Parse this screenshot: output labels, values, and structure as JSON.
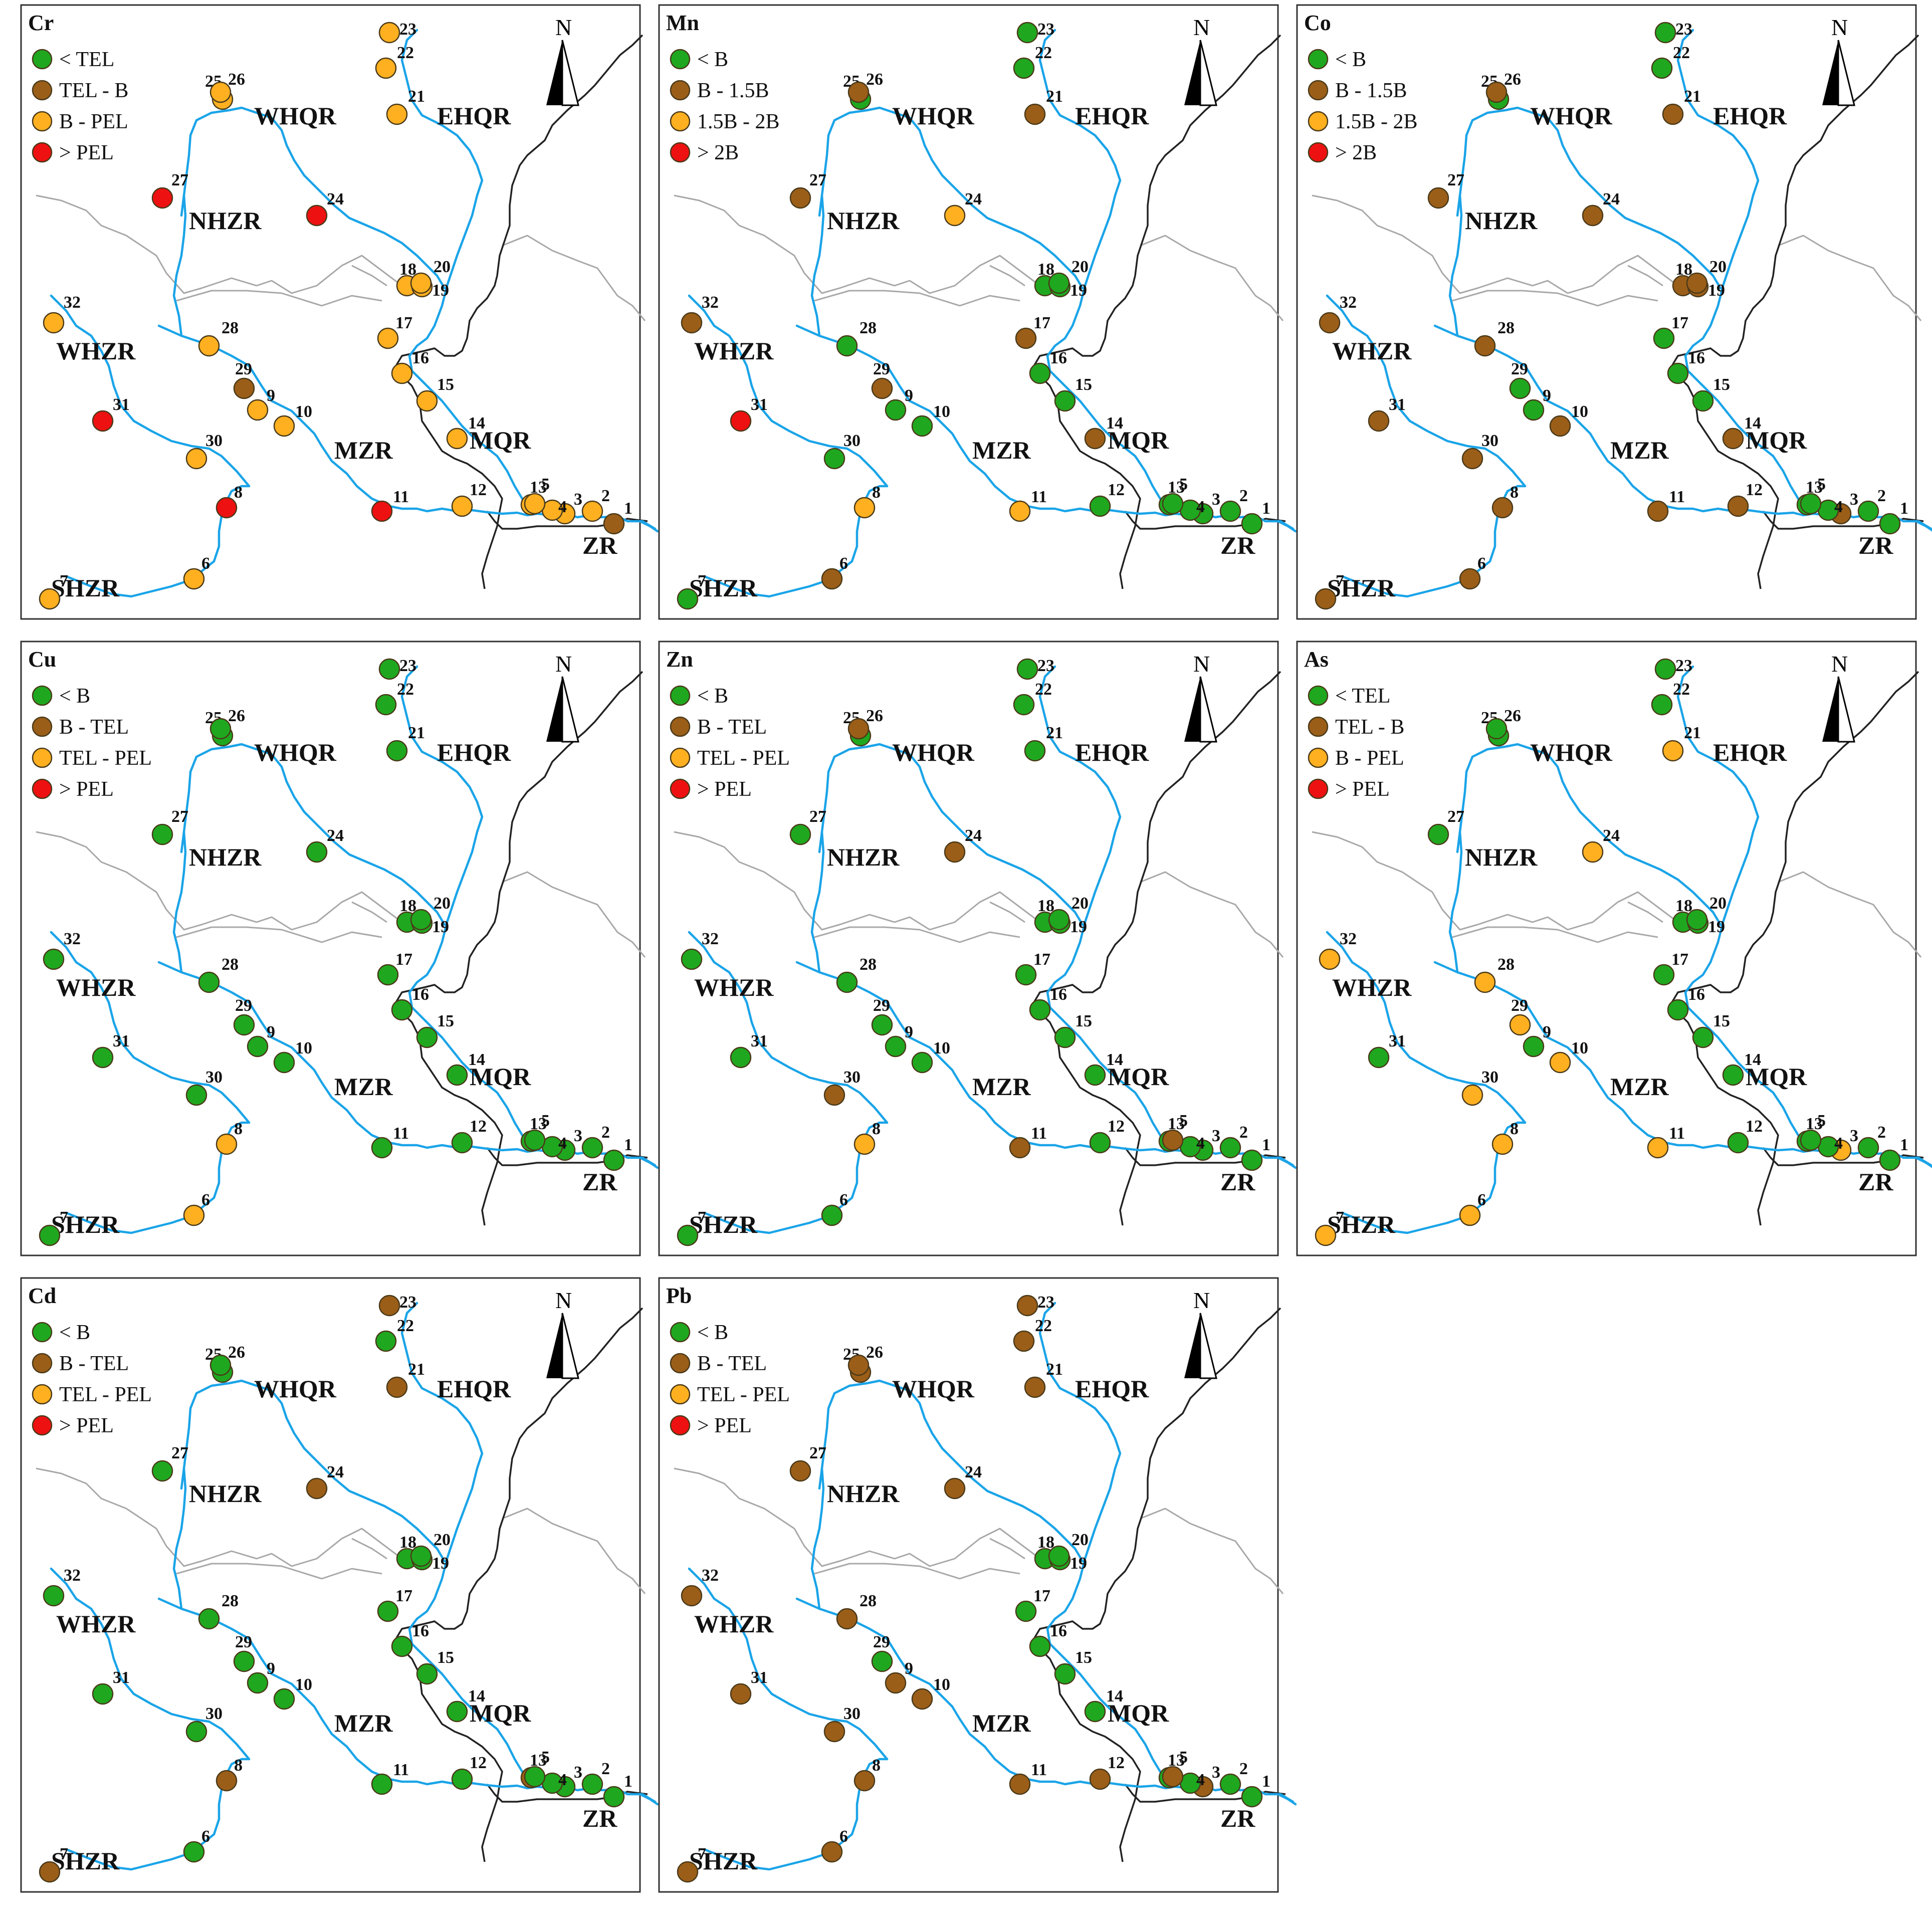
{
  "colors": {
    "green": "#1fa81f",
    "brown": "#9b5e18",
    "orange": "#ffb020",
    "red": "#ee1111",
    "river": "#1aa4e8",
    "border_black": "#222222",
    "border_gray": "#a8a8a8",
    "marker_stroke": "#4a3a1a"
  },
  "north_label": "N",
  "river_labels": [
    "WHQR",
    "EHQR",
    "NHZR",
    "WHZR",
    "MZR",
    "MQR",
    "SHZR",
    "ZR"
  ],
  "site_labels": [
    "1",
    "2",
    "3",
    "4",
    "5",
    "6",
    "7",
    "8",
    "9",
    "10",
    "11",
    "12",
    "13",
    "14",
    "15",
    "16",
    "17",
    "18",
    "19",
    "20",
    "21",
    "22",
    "23",
    "24",
    "25",
    "26",
    "27",
    "28",
    "29",
    "30",
    "31",
    "32"
  ],
  "panels": [
    {
      "element": "Cr",
      "legend": [
        "< TEL",
        "TEL - B",
        "B - PEL",
        "> PEL"
      ],
      "legend_colors": [
        "green",
        "brown",
        "orange",
        "red"
      ],
      "site_classes": [
        1,
        2,
        2,
        2,
        2,
        2,
        2,
        3,
        2,
        2,
        3,
        2,
        2,
        2,
        2,
        2,
        2,
        2,
        2,
        2,
        2,
        2,
        2,
        3,
        2,
        2,
        3,
        2,
        1,
        2,
        3,
        2
      ]
    },
    {
      "element": "Mn",
      "legend": [
        "< B",
        "B - 1.5B",
        "1.5B - 2B",
        "> 2B"
      ],
      "legend_colors": [
        "green",
        "brown",
        "orange",
        "red"
      ],
      "site_classes": [
        0,
        0,
        0,
        0,
        0,
        1,
        0,
        2,
        0,
        0,
        2,
        0,
        0,
        1,
        0,
        0,
        1,
        0,
        0,
        0,
        1,
        0,
        0,
        2,
        0,
        1,
        1,
        0,
        1,
        0,
        3,
        1
      ]
    },
    {
      "element": "Co",
      "legend": [
        "< B",
        "B - 1.5B",
        "1.5B - 2B",
        "> 2B"
      ],
      "legend_colors": [
        "green",
        "brown",
        "orange",
        "red"
      ],
      "site_classes": [
        0,
        0,
        1,
        0,
        0,
        1,
        1,
        1,
        0,
        1,
        1,
        1,
        0,
        1,
        0,
        0,
        0,
        1,
        1,
        1,
        1,
        0,
        0,
        1,
        0,
        1,
        1,
        1,
        0,
        1,
        1,
        1
      ]
    },
    {
      "element": "Cu",
      "legend": [
        "< B",
        "B - TEL",
        "TEL - PEL",
        "> PEL"
      ],
      "legend_colors": [
        "green",
        "brown",
        "orange",
        "red"
      ],
      "site_classes": [
        0,
        0,
        0,
        0,
        0,
        2,
        0,
        2,
        0,
        0,
        0,
        0,
        0,
        0,
        0,
        0,
        0,
        0,
        0,
        0,
        0,
        0,
        0,
        0,
        0,
        0,
        0,
        0,
        0,
        0,
        0,
        0
      ]
    },
    {
      "element": "Zn",
      "legend": [
        "< B",
        "B - TEL",
        "TEL - PEL",
        "> PEL"
      ],
      "legend_colors": [
        "green",
        "brown",
        "orange",
        "red"
      ],
      "site_classes": [
        0,
        0,
        0,
        0,
        0,
        0,
        0,
        2,
        0,
        0,
        1,
        0,
        1,
        0,
        0,
        0,
        0,
        0,
        0,
        0,
        0,
        0,
        0,
        1,
        0,
        1,
        0,
        0,
        0,
        1,
        0,
        0
      ]
    },
    {
      "element": "As",
      "legend": [
        "< TEL",
        "TEL - B",
        "B - PEL",
        "> PEL"
      ],
      "legend_colors": [
        "green",
        "brown",
        "orange",
        "red"
      ],
      "site_classes": [
        0,
        0,
        2,
        0,
        0,
        2,
        2,
        2,
        0,
        2,
        2,
        0,
        0,
        0,
        0,
        0,
        0,
        0,
        0,
        0,
        2,
        0,
        0,
        2,
        0,
        0,
        0,
        2,
        2,
        2,
        0,
        2
      ]
    },
    {
      "element": "Cd",
      "legend": [
        "< B",
        "B - TEL",
        "TEL - PEL",
        "> PEL"
      ],
      "legend_colors": [
        "green",
        "brown",
        "orange",
        "red"
      ],
      "site_classes": [
        0,
        0,
        0,
        0,
        1,
        0,
        1,
        1,
        0,
        0,
        0,
        0,
        0,
        0,
        0,
        0,
        0,
        0,
        0,
        0,
        1,
        0,
        1,
        1,
        0,
        0,
        0,
        0,
        0,
        0,
        0,
        0
      ]
    },
    {
      "element": "Pb",
      "legend": [
        "< B",
        "B - TEL",
        "TEL - PEL",
        "> PEL"
      ],
      "legend_colors": [
        "green",
        "brown",
        "orange",
        "red"
      ],
      "site_classes": [
        0,
        0,
        1,
        0,
        0,
        1,
        1,
        1,
        1,
        1,
        1,
        1,
        1,
        0,
        0,
        0,
        0,
        0,
        0,
        0,
        1,
        1,
        1,
        1,
        1,
        1,
        1,
        1,
        0,
        1,
        1,
        1
      ]
    }
  ]
}
